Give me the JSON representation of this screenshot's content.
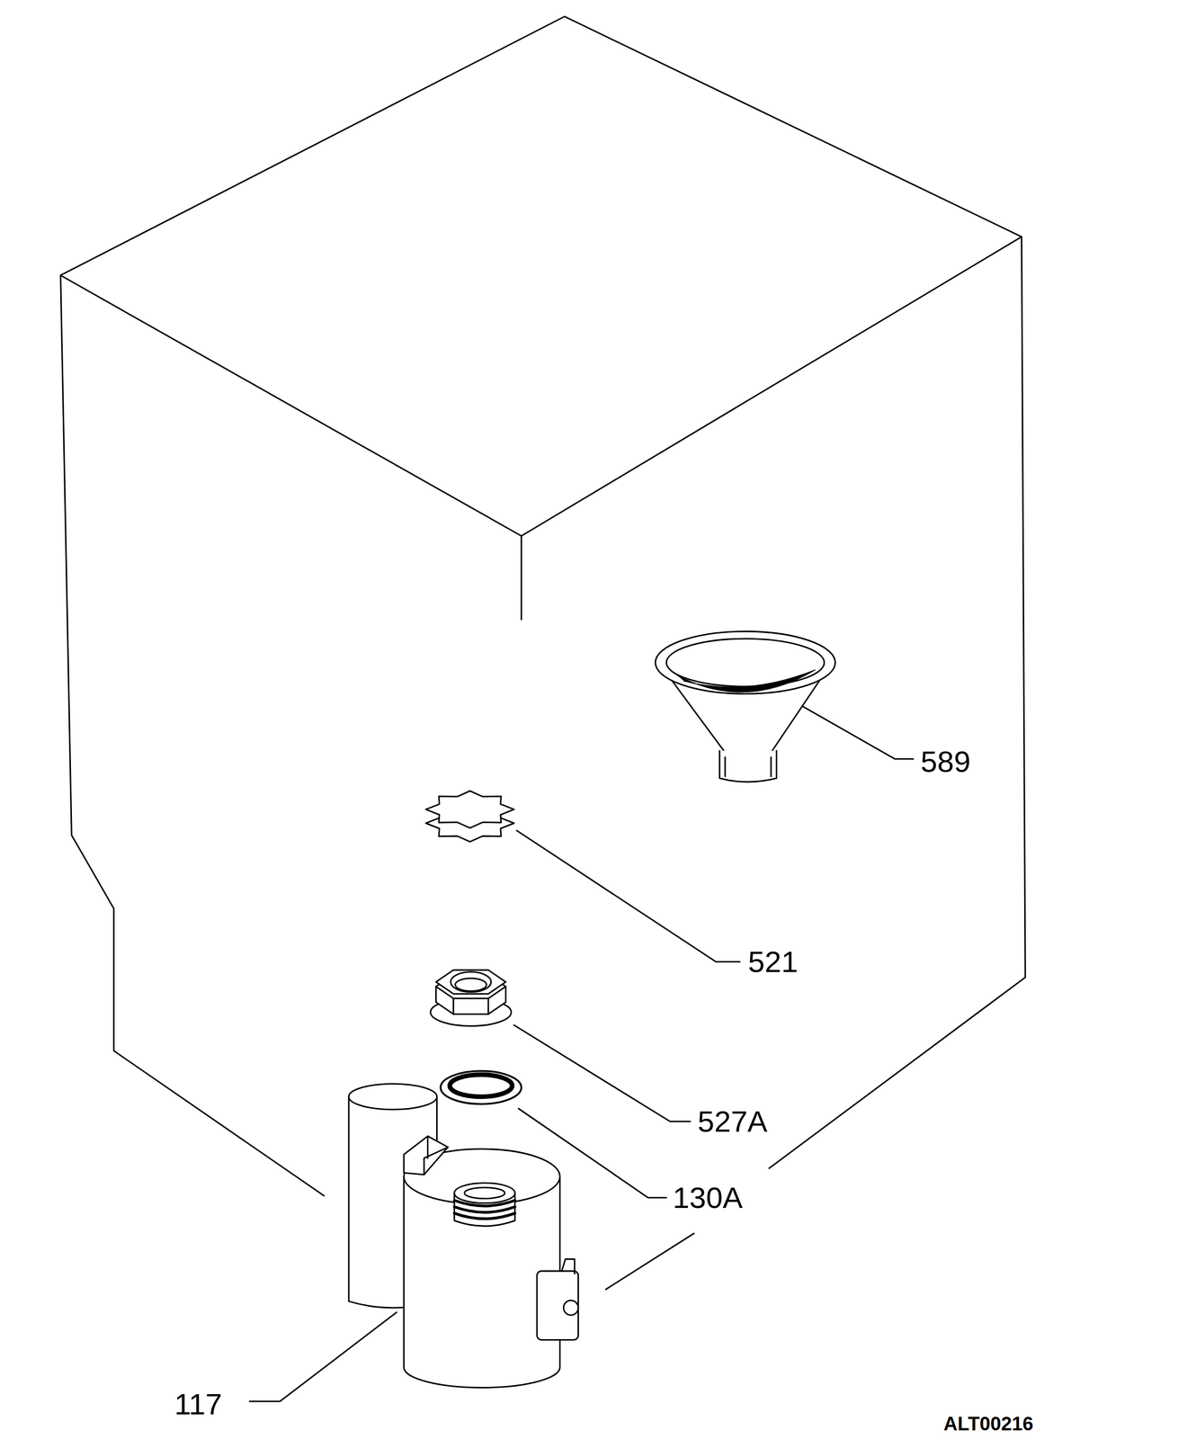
{
  "diagram": {
    "labels": [
      "589",
      "521",
      "527A",
      "130A",
      "117",
      "ALT00216"
    ]
  }
}
